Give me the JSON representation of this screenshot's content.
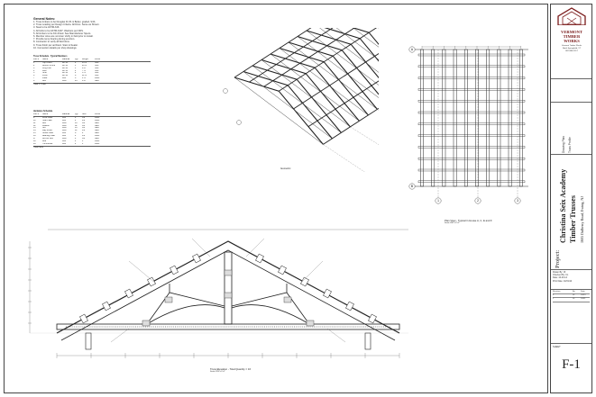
{
  "notes": {
    "title": "General Notes:",
    "lines": [
      "1. Truss timbers to be Douglas Fir #1 & Better, graded, S4S.",
      "2. Truss Loading per Design Criteria. All Dims. Same as Shown.",
      "3. Steel to be ASTM A36.",
      "4. All bolts to be ASTM A307. Washers per NDS.",
      "5. All timbers to be Kiln Dried. See Manufacturer Specs.",
      "6. Member sizes are nominal. Verify in field prior to install.",
      "7. Provide temp bracing during erection.",
      "8. Contractor to verify all field dims.",
      "9. Truss finish per architect. Stain & Sealer.",
      "10. Connection details per shop drawings."
    ]
  },
  "list1": {
    "header": "Truss Schedule - Typical Members",
    "cols": [
      "Part #",
      "Name",
      "Material",
      "Qty",
      "Length",
      "Finish"
    ],
    "rows": [
      [
        "1",
        "Top Chord",
        "DF #1",
        "2",
        "14'-6\"",
        "S4S"
      ],
      [
        "2",
        "Bottom Chord",
        "DF #1",
        "1",
        "26'-0\"",
        "S4S"
      ],
      [
        "3",
        "King Post",
        "DF #1",
        "1",
        "8'-2\"",
        "S4S"
      ],
      [
        "4",
        "Web",
        "DF #1",
        "2",
        "7'-4\"",
        "S4S"
      ],
      [
        "5",
        "Strut",
        "DF #1",
        "2",
        "5'-1\"",
        "S4S"
      ],
      [
        "6",
        "Purlin",
        "DF #1",
        "8",
        "12'-0\"",
        "S4S"
      ],
      [
        "7",
        "Plate",
        "A36",
        "6",
        "1'-4\"",
        "Paint"
      ],
      [
        "8",
        "Bolt",
        "A307",
        "24",
        "0'-8\"",
        "Galv"
      ]
    ],
    "total": "Total: 1 Truss"
  },
  "list2": {
    "header": "Hardware Schedule",
    "cols": [
      "Part #",
      "Name",
      "Material",
      "Qty",
      "Size",
      "Finish"
    ],
    "rows": [
      [
        "9",
        "Knife Plate",
        "A36",
        "4",
        "3/8\"",
        "Paint"
      ],
      [
        "10",
        "Heel Plate",
        "A36",
        "2",
        "1/2\"",
        "Paint"
      ],
      [
        "11",
        "Bolt",
        "A307",
        "16",
        "3/4\"",
        "Galv"
      ],
      [
        "12",
        "Washer",
        "A307",
        "32",
        "3/4\"",
        "Galv"
      ],
      [
        "13",
        "Nut",
        "A307",
        "16",
        "3/4\"",
        "Galv"
      ],
      [
        "14",
        "Lag Screw",
        "A307",
        "12",
        "1/2\"",
        "Galv"
      ],
      [
        "15",
        "Shear Plate",
        "A36",
        "8",
        "4\"",
        "Galv"
      ],
      [
        "16",
        "Bearing Plate",
        "A36",
        "2",
        "1/2\"",
        "Paint"
      ],
      [
        "17",
        "Anchor Bolt",
        "A307",
        "4",
        "3/4\"",
        "Galv"
      ],
      [
        "18",
        "Rod",
        "A36",
        "2",
        "1\"",
        "Paint"
      ],
      [
        "19",
        "Turnbuckle",
        "A36",
        "2",
        "1\"",
        "Paint"
      ]
    ],
    "total": "Total Parts"
  },
  "views": {
    "isometric": "Isometric",
    "plan": "Plan View - Typical in House A, C, E and F",
    "plan_scale": "Scale 3/32\"=1'-0\"",
    "elevation": "Truss Elevation - Total Quantity = 16",
    "elev_scale": "Scale 3/16\"=1'-0\""
  },
  "plan_grid": {
    "rows": [
      "A",
      "B"
    ],
    "cols": [
      "1",
      "2",
      "3"
    ]
  },
  "titleblock": {
    "logo_lines": [
      "VERMONT",
      "TIMBER",
      "WORKS"
    ],
    "address": [
      "Vermont Timber Works",
      "North Springfield, VT",
      "802-886-1917"
    ],
    "drawing_label": "Drawing Plan",
    "drawing_sub": "Truss Profile",
    "project_prefix": "Project:",
    "project_name": "Christina Seix Academy",
    "project_sub": "Timber Trusses",
    "project_addr": "1605 Dulberry Road, Ewing, NJ",
    "info": [
      "Drawn By: JF",
      "Checked By: CL",
      "Date: 10-23-14",
      "Print Date: 10/31/14"
    ],
    "revisions": [
      [
        "Revision",
        "By",
        "Date"
      ],
      [
        "0",
        "JF",
        "10/23"
      ],
      [
        "1",
        "JF",
        "10/31"
      ]
    ],
    "sheet_label": "SHEET",
    "sheet_number": "F-1"
  }
}
